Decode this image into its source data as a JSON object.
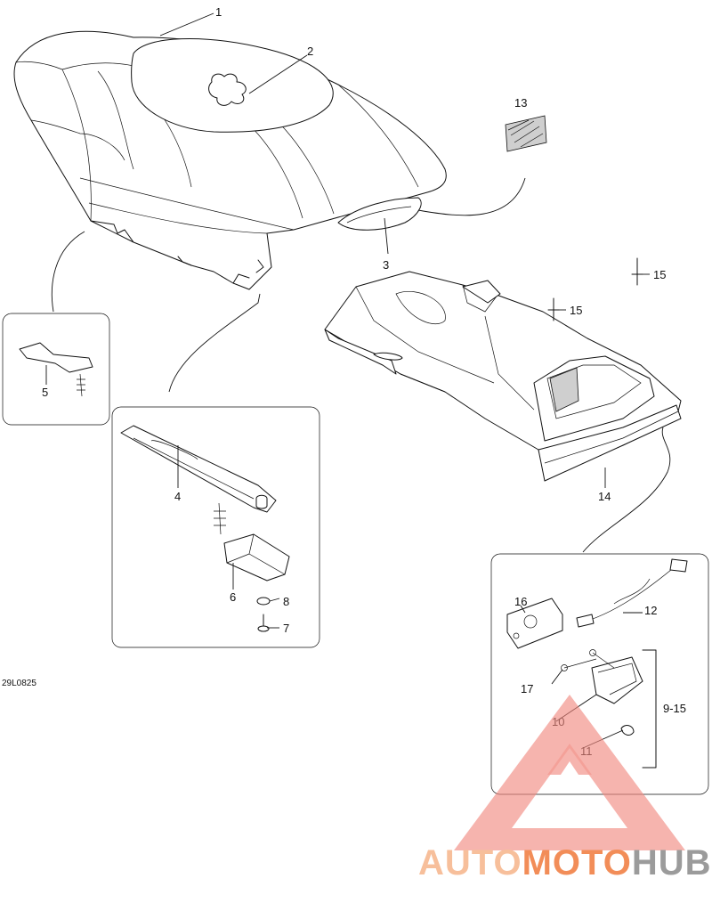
{
  "callouts": [
    "1",
    "2",
    "3",
    "4",
    "5",
    "6",
    "7",
    "8",
    "9-15",
    "10",
    "11",
    "12",
    "13",
    "14",
    "15",
    "15",
    "16",
    "17"
  ],
  "drawing_code": "29L0825",
  "watermark": {
    "part1": "AUTO",
    "part2": "MOTO",
    "part3": "HUB",
    "color_part1": "#f6b48a",
    "color_part2": "#f07a3c",
    "color_part3": "#8a8a8a",
    "logo_color": "#f28a80"
  }
}
